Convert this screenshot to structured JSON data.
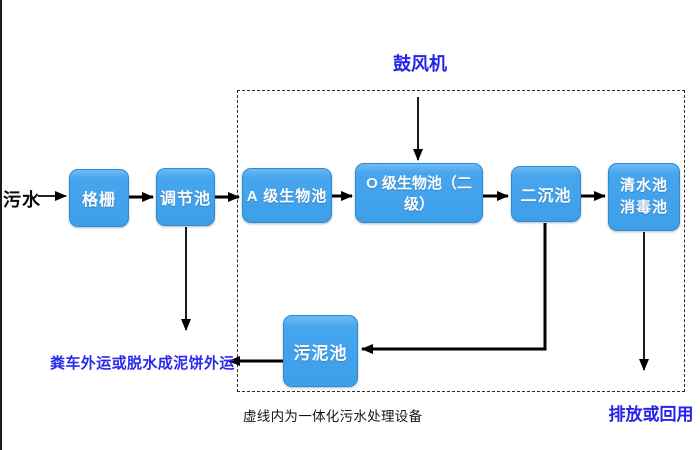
{
  "diagram": {
    "inflow_label": "污水",
    "blower_label": "鼓风机",
    "nodes": {
      "grid": "格栅",
      "regulating": "调节池",
      "a_bio": "A 级生物池",
      "o_bio": "O 级生物池（二级）",
      "secondary_sedimentation": "二沉池",
      "clear_water_line1": "清水池",
      "clear_water_line2": "消毒池",
      "sludge": "污泥池"
    },
    "sludge_disposal_label": "粪车外运或脱水成泥饼外运",
    "boundary_caption": "虚线内为一体化污水处理设备",
    "discharge_label": "排放或回用",
    "colors": {
      "node_fill": "#41a2ec",
      "node_border": "#2b8cd6",
      "node_text": "#ffffff",
      "accent_blue": "#2424ea",
      "text_black": "#141414",
      "arrow": "#000000"
    }
  }
}
